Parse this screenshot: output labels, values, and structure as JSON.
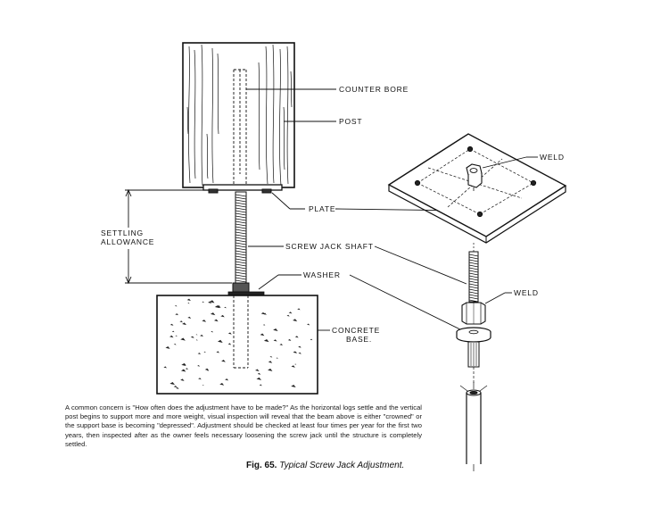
{
  "labels": {
    "counter_bore": "COUNTER BORE",
    "post": "POST",
    "plate": "PLATE",
    "settling_allowance_line1": "SETTLING",
    "settling_allowance_line2": "ALLOWANCE",
    "screw_jack_shaft": "SCREW JACK SHAFT",
    "washer": "WASHER",
    "concrete_base_line1": "CONCRETE",
    "concrete_base_line2": "BASE.",
    "weld_top": "WELD",
    "weld_shaft": "WELD"
  },
  "caption": "A common concern is \"How often does the adjustment have to be made?\" As the horizontal logs settle and the vertical post begins to support more and more weight, visual inspection will reveal that the beam above is either \"crowned\" or the support base is becoming \"depressed\". Adjustment should be checked at least four times per year for the first two years, then inspected after as the owner feels necessary loosening the screw jack until the structure is completely settled.",
  "figure": {
    "number": "Fig. 65.",
    "title": "Typical Screw Jack Adjustment."
  }
}
